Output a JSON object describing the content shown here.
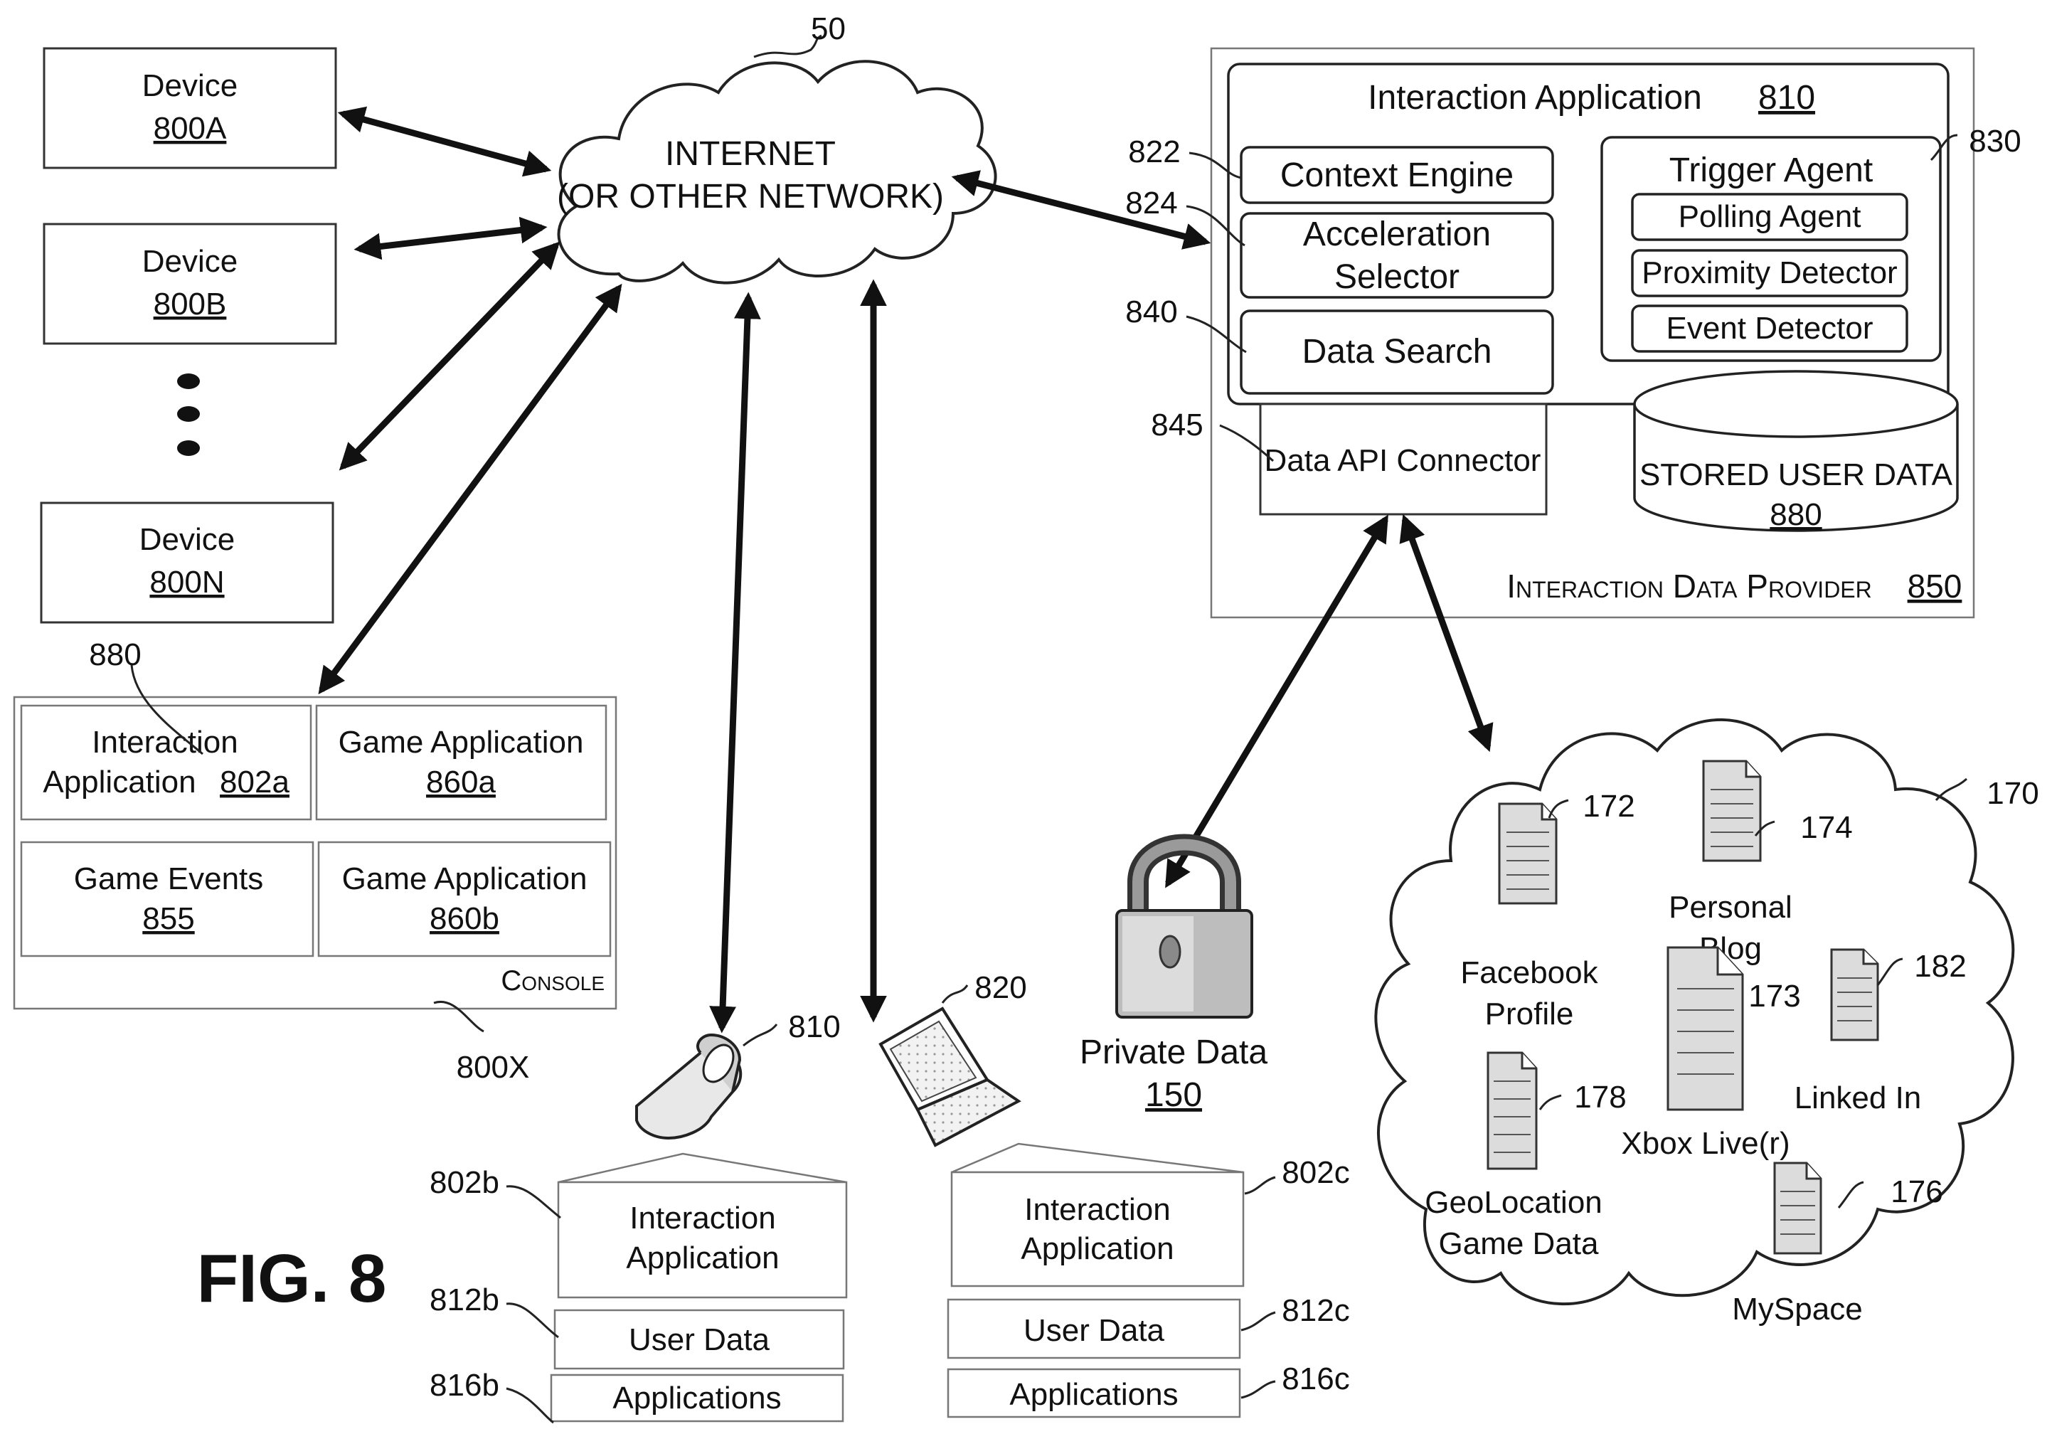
{
  "network": {
    "ref": "50",
    "line1": "INTERNET",
    "line2": "(OR OTHER NETWORK)"
  },
  "devices": [
    {
      "label": "Device",
      "ref": "800A"
    },
    {
      "label": "Device",
      "ref": "800B"
    },
    {
      "label": "Device",
      "ref": "800N"
    }
  ],
  "console": {
    "ref_top": "880",
    "ref_bottom": "800X",
    "label": "Console",
    "cells": [
      {
        "line1": "Interaction",
        "line2": "Application",
        "ref": "802a"
      },
      {
        "line1": "Game Application",
        "ref": "860a"
      },
      {
        "line1": "Game Events",
        "ref": "855"
      },
      {
        "line1": "Game Application",
        "ref": "860b"
      }
    ]
  },
  "provider": {
    "label": "Interaction Data Provider",
    "ref": "850",
    "app_title": "Interaction Application",
    "app_ref": "810",
    "context_engine": {
      "label": "Context Engine",
      "ref": "822"
    },
    "acceleration_selector": {
      "line1": "Acceleration",
      "line2": "Selector",
      "ref": "824"
    },
    "data_search": {
      "label": "Data Search",
      "ref": "840"
    },
    "trigger_agent": {
      "label": "Trigger Agent",
      "ref": "830",
      "items": [
        "Polling Agent",
        "Proximity Detector",
        "Event Detector"
      ]
    },
    "api_connector": {
      "label": "Data API Connector",
      "ref": "845"
    },
    "stored_data": {
      "label": "STORED USER DATA",
      "ref": "880"
    }
  },
  "phone": {
    "ref": "810",
    "app": {
      "line1": "Interaction",
      "line2": "Application",
      "ref": "802b"
    },
    "user_data": {
      "label": "User Data",
      "ref": "812b"
    },
    "applications": {
      "label": "Applications",
      "ref": "816b"
    }
  },
  "laptop": {
    "ref": "820",
    "app": {
      "line1": "Interaction",
      "line2": "Application",
      "ref": "802c"
    },
    "user_data": {
      "label": "User Data",
      "ref": "812c"
    },
    "applications": {
      "label": "Applications",
      "ref": "816c"
    }
  },
  "private_data": {
    "label": "Private Data",
    "ref": "150"
  },
  "social_cloud": {
    "ref": "170",
    "items": [
      {
        "line1": "Facebook",
        "line2": "Profile",
        "ref": "172"
      },
      {
        "line1": "Personal",
        "line2": "Blog",
        "ref": "174"
      },
      {
        "line1": "Xbox Live(r)",
        "ref": "173"
      },
      {
        "line1": "Linked In",
        "ref": "182"
      },
      {
        "line1": "GeoLocation",
        "line2": "Game Data",
        "ref": "178"
      },
      {
        "line1": "MySpace",
        "ref": "176"
      }
    ]
  },
  "figure_label": "FIG. 8"
}
